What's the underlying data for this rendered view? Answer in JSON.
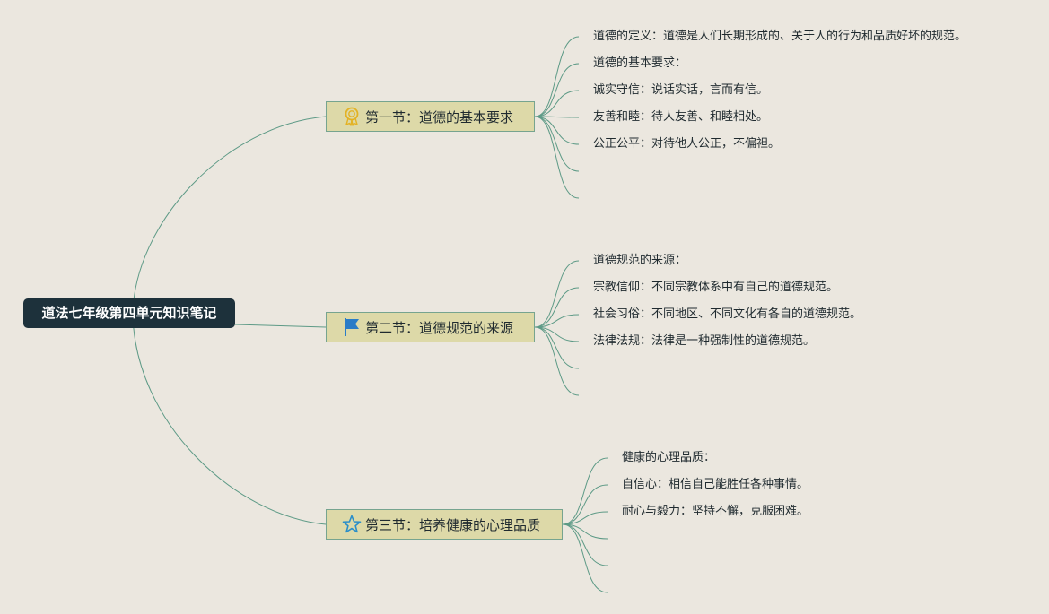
{
  "colors": {
    "background": "#ebe7df",
    "root_fill": "#1d313b",
    "section_fill": "#ddd9a8",
    "section_border": "#76a48f",
    "link": "#5d9a86"
  },
  "root": {
    "title": "道法七年级第四单元知识笔记"
  },
  "sections": [
    {
      "icon": "award-medal-icon",
      "title": "第一节：道德的基本要求",
      "items": [
        "道德的定义：道德是人们长期形成的、关于人的行为和品质好坏的规范。",
        "道德的基本要求：",
        "诚实守信：说话实话，言而有信。",
        "友善和睦：待人友善、和睦相处。",
        "公正公平：对待他人公正，不偏袒。",
        "",
        ""
      ]
    },
    {
      "icon": "flag-icon",
      "title": "第二节：道德规范的来源",
      "items": [
        "道德规范的来源：",
        "宗教信仰：不同宗教体系中有自己的道德规范。",
        "社会习俗：不同地区、不同文化有各自的道德规范。",
        "法律法规：法律是一种强制性的道德规范。",
        "",
        ""
      ]
    },
    {
      "icon": "star-outline-icon",
      "title": "第三节：培养健康的心理品质",
      "items": [
        "健康的心理品质：",
        "自信心：相信自己能胜任各种事情。",
        "耐心与毅力：坚持不懈，克服困难。",
        "",
        "",
        ""
      ]
    }
  ]
}
